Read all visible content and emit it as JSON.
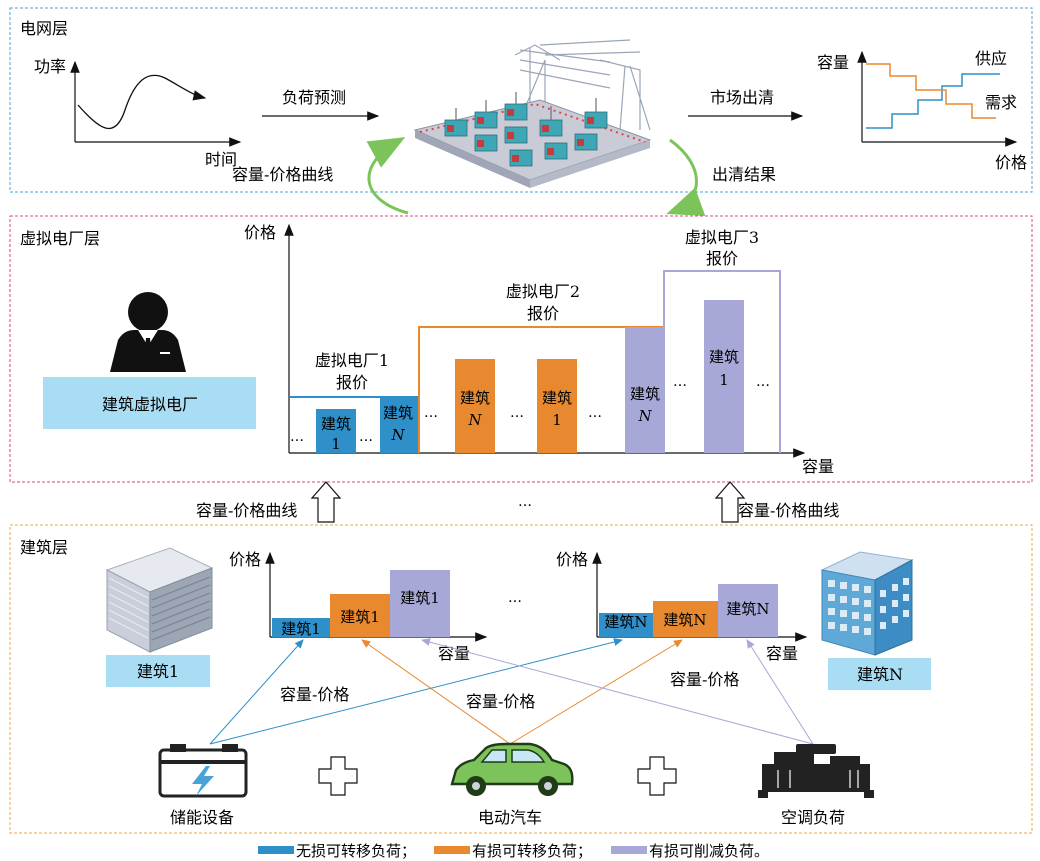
{
  "grid_layer": {
    "title": "电网层",
    "curve_ylabel": "功率",
    "curve_xlabel": "时间",
    "forecast_label": "负荷预测",
    "clearing_label": "市场出清",
    "result_label": "出清结果",
    "curve_label": "容量-价格曲线",
    "market_ylabel": "容量",
    "market_xlabel": "价格",
    "supply_label": "供应",
    "demand_label": "需求"
  },
  "vpp_layer": {
    "title": "虚拟电厂层",
    "vpp_box_label": "建筑虚拟电厂",
    "ylabel": "价格",
    "xlabel": "容量",
    "bids": [
      {
        "line1": "虚拟电厂1",
        "line2": "报价"
      },
      {
        "line1": "虚拟电厂2",
        "line2": "报价"
      },
      {
        "line1": "虚拟电厂3",
        "line2": "报价"
      }
    ],
    "bars": {
      "b1_top": "建筑",
      "b1_bot": "1",
      "bN_top": "建筑",
      "bN_bot": "N",
      "b2a_top": "建筑",
      "b2a_bot": "N",
      "b2b_top": "建筑",
      "b2b_bot": "1",
      "b3a_top": "建筑",
      "b3a_bot": "N",
      "b3b_top": "建筑",
      "b3b_bot": "1"
    },
    "ellipsis": "…"
  },
  "between": {
    "left_label": "容量-价格曲线",
    "right_label": "容量-价格曲线",
    "middle_ellipsis": "…"
  },
  "building_layer": {
    "title": "建筑层",
    "building1_label": "建筑1",
    "buildingN_label": "建筑N",
    "chart_ylabel": "价格",
    "chart_xlabel": "容量",
    "chart1_bars": [
      "建筑1",
      "建筑1",
      "建筑1"
    ],
    "chart2_bars": [
      "建筑N",
      "建筑N",
      "建筑N"
    ],
    "middle_ellipsis": "…",
    "arrow_label_left": "容量-价格",
    "arrow_label_mid": "容量-价格",
    "arrow_label_right": "容量-价格",
    "device_storage": "储能设备",
    "device_ev": "电动汽车",
    "device_ac": "空调负荷"
  },
  "legend": {
    "item1": "无损可转移负荷；",
    "item2": "有损可转移负荷；",
    "item3": "有损可削减负荷。"
  },
  "colors": {
    "grid_border": "#4aa3d8",
    "vpp_border": "#d94a86",
    "building_border": "#e8a94a",
    "blue": "#2e8fc9",
    "orange": "#e8892f",
    "purple": "#a8a8d8",
    "green_arrow": "#7cc35a",
    "label_bg": "#a9ddf3"
  }
}
